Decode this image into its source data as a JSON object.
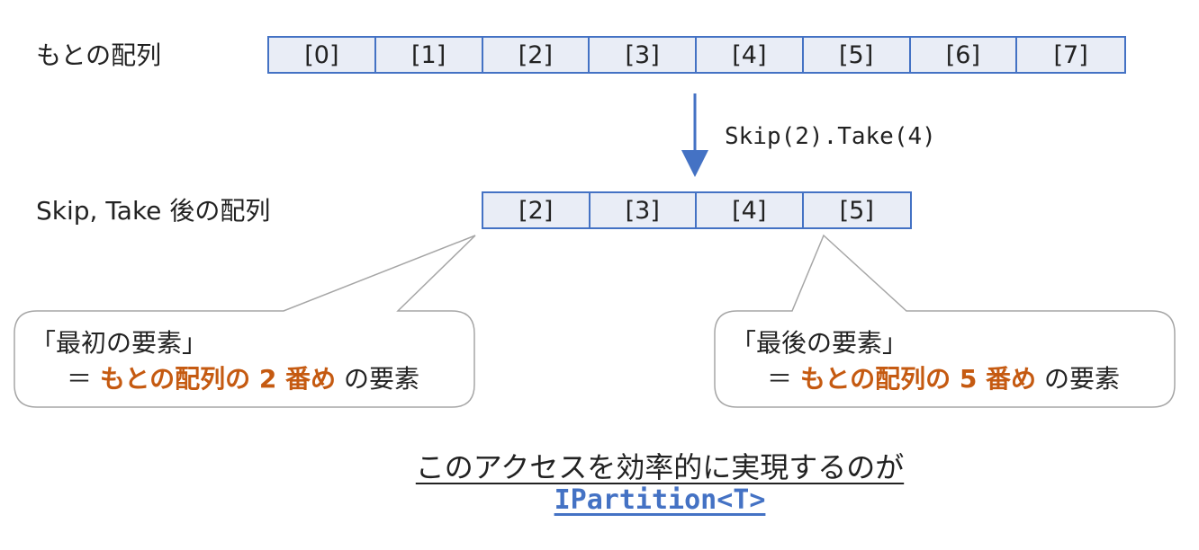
{
  "original_label": "もとの配列",
  "original_cells": [
    "[0]",
    "[1]",
    "[2]",
    "[3]",
    "[4]",
    "[5]",
    "[6]",
    "[7]"
  ],
  "operation": "Skip(2).Take(4)",
  "result_label": "Skip, Take 後の配列",
  "result_cells": [
    "[2]",
    "[3]",
    "[4]",
    "[5]"
  ],
  "callout_first": {
    "line1": "「最初の要素」",
    "eq": "＝",
    "emphasis": "もとの配列の 2 番め",
    "suffix": "の要素"
  },
  "callout_last": {
    "line1": "「最後の要素」",
    "eq": "＝",
    "emphasis": "もとの配列の 5 番め",
    "suffix": "の要素"
  },
  "conclusion": "このアクセスを効率的に実現するのが",
  "interface_name": "IPartition<T>",
  "colors": {
    "array_border": "#4472c4",
    "array_fill": "#e9edf6",
    "accent": "#c55a11",
    "callout_border": "#a6a6a6",
    "interface_text": "#4472c4"
  }
}
